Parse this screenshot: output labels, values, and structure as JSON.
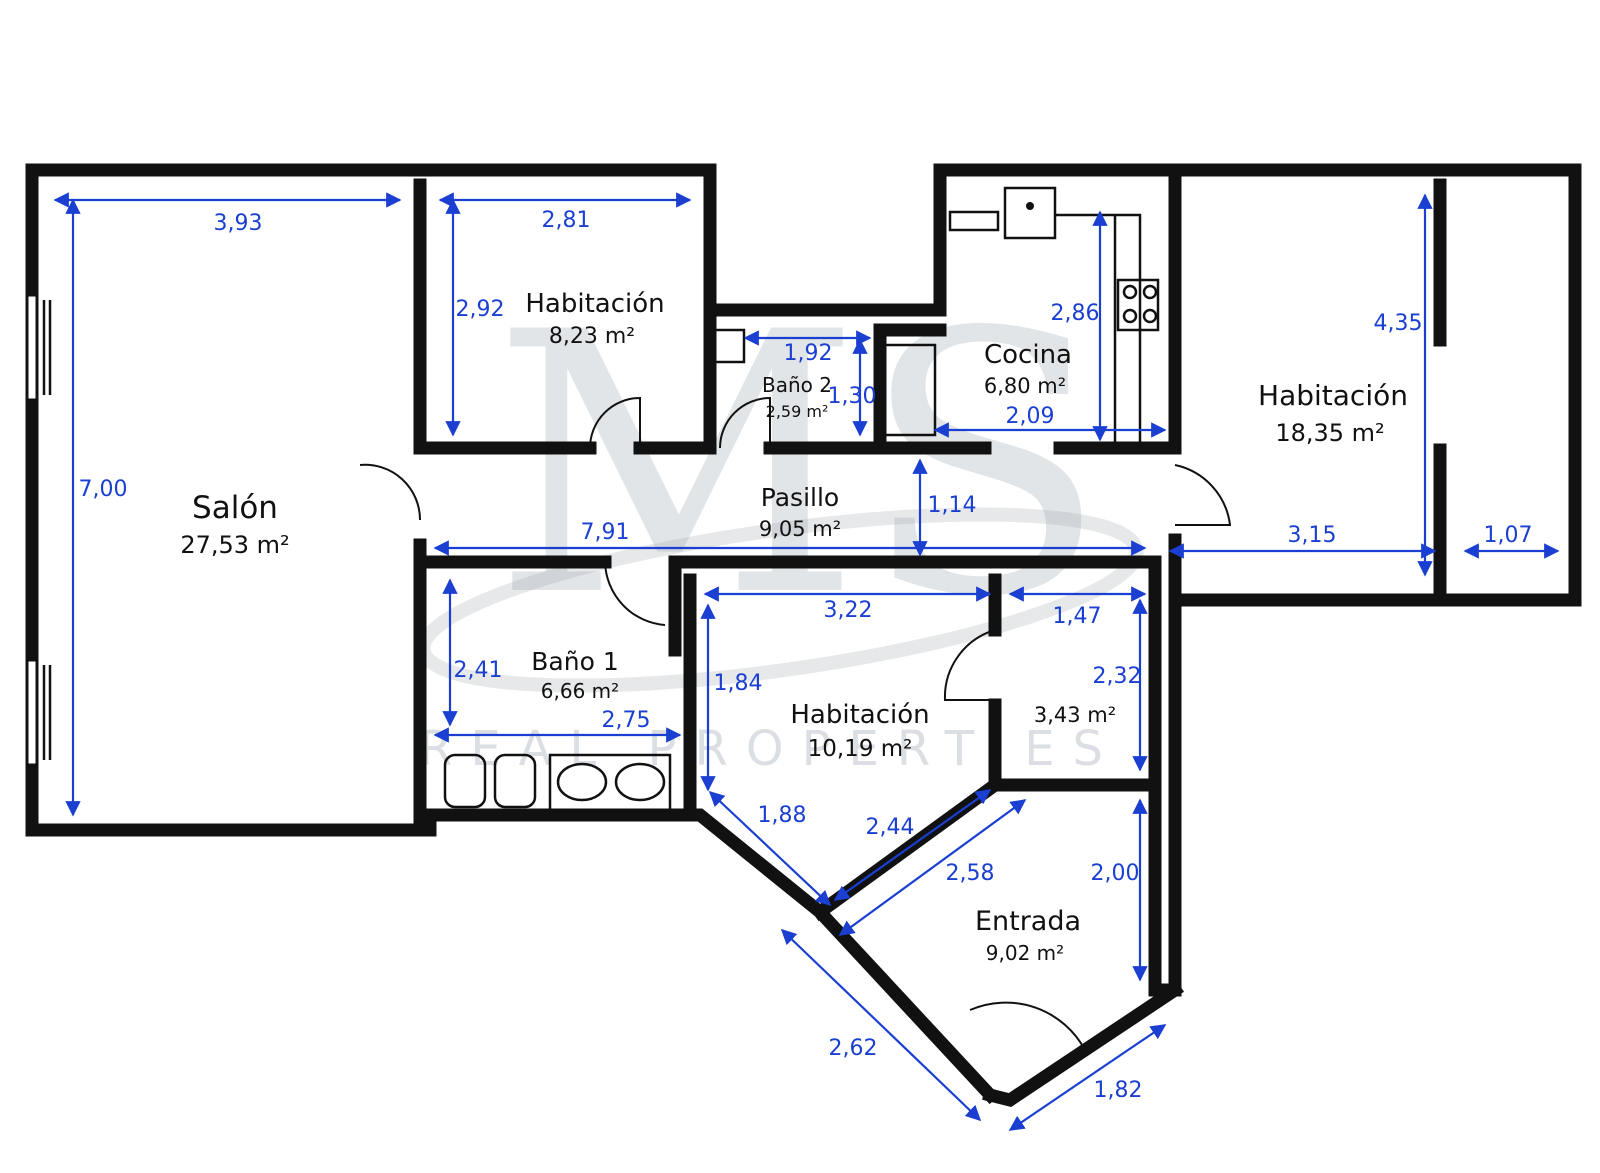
{
  "watermark": {
    "monogram": "MS",
    "subtitle": "REAL PROPERTIES"
  },
  "colors": {
    "wall": "#111111",
    "dimension": "#1a3fd1",
    "watermark": "#9aa3ad"
  },
  "rooms": [
    {
      "name": "Salón",
      "area": "27,53 m²"
    },
    {
      "name": "Habitación",
      "area": "8,23 m²"
    },
    {
      "name": "Baño 2",
      "area": "2,59 m²"
    },
    {
      "name": "Cocina",
      "area": "6,80 m²"
    },
    {
      "name": "Habitación",
      "area": "18,35 m²"
    },
    {
      "name": "Pasillo",
      "area": "9,05 m²"
    },
    {
      "name": "Baño 1",
      "area": "6,66 m²"
    },
    {
      "name": "Habitación",
      "area": "10,19 m²"
    },
    {
      "name": "",
      "area": "3,43 m²"
    },
    {
      "name": "Entrada",
      "area": "9,02 m²"
    }
  ],
  "dimensions": [
    "3,93",
    "7,00",
    "2,81",
    "2,92",
    "1,92",
    "1,30",
    "2,86",
    "2,09",
    "4,35",
    "3,15",
    "1,07",
    "1,14",
    "7,91",
    "2,41",
    "2,75",
    "3,22",
    "1,84",
    "1,47",
    "2,32",
    "1,88",
    "2,44",
    "2,58",
    "2,00",
    "2,62",
    "1,82"
  ]
}
